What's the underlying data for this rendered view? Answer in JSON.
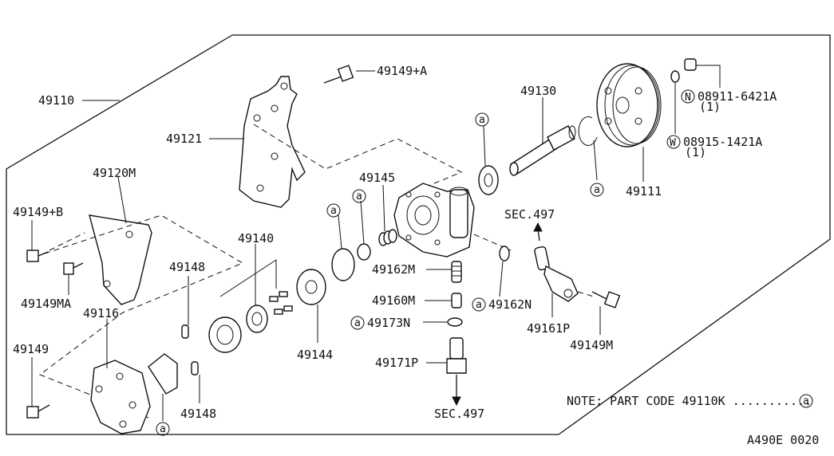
{
  "labels": {
    "p49110": "49110",
    "p49121": "49121",
    "p49149A": "49149+A",
    "p49120M": "49120M",
    "p49149B": "49149+B",
    "p49149MA": "49149MA",
    "p49116": "49116",
    "p49149": "49149",
    "p49148a": "49148",
    "p49148b": "49148",
    "p49140": "49140",
    "p49144": "49144",
    "p49145": "49145",
    "p49162M": "49162M",
    "p49160M": "49160M",
    "p49173N": "49173N",
    "p49171P": "49171P",
    "sec497a": "SEC.497",
    "sec497b": "SEC.497",
    "p49162N": "49162N",
    "p49161P": "49161P",
    "p49149M": "49149M",
    "p49130": "49130",
    "p49111": "49111",
    "nut": "08911-6421A",
    "nut_qty": "(1)",
    "washer": "08915-1421A",
    "washer_qty": "(1)",
    "note": "NOTE; PART CODE 49110K ........... ",
    "footer": "A490E 0020"
  },
  "symbols": {
    "a": "a",
    "n": "N",
    "w": "W"
  }
}
